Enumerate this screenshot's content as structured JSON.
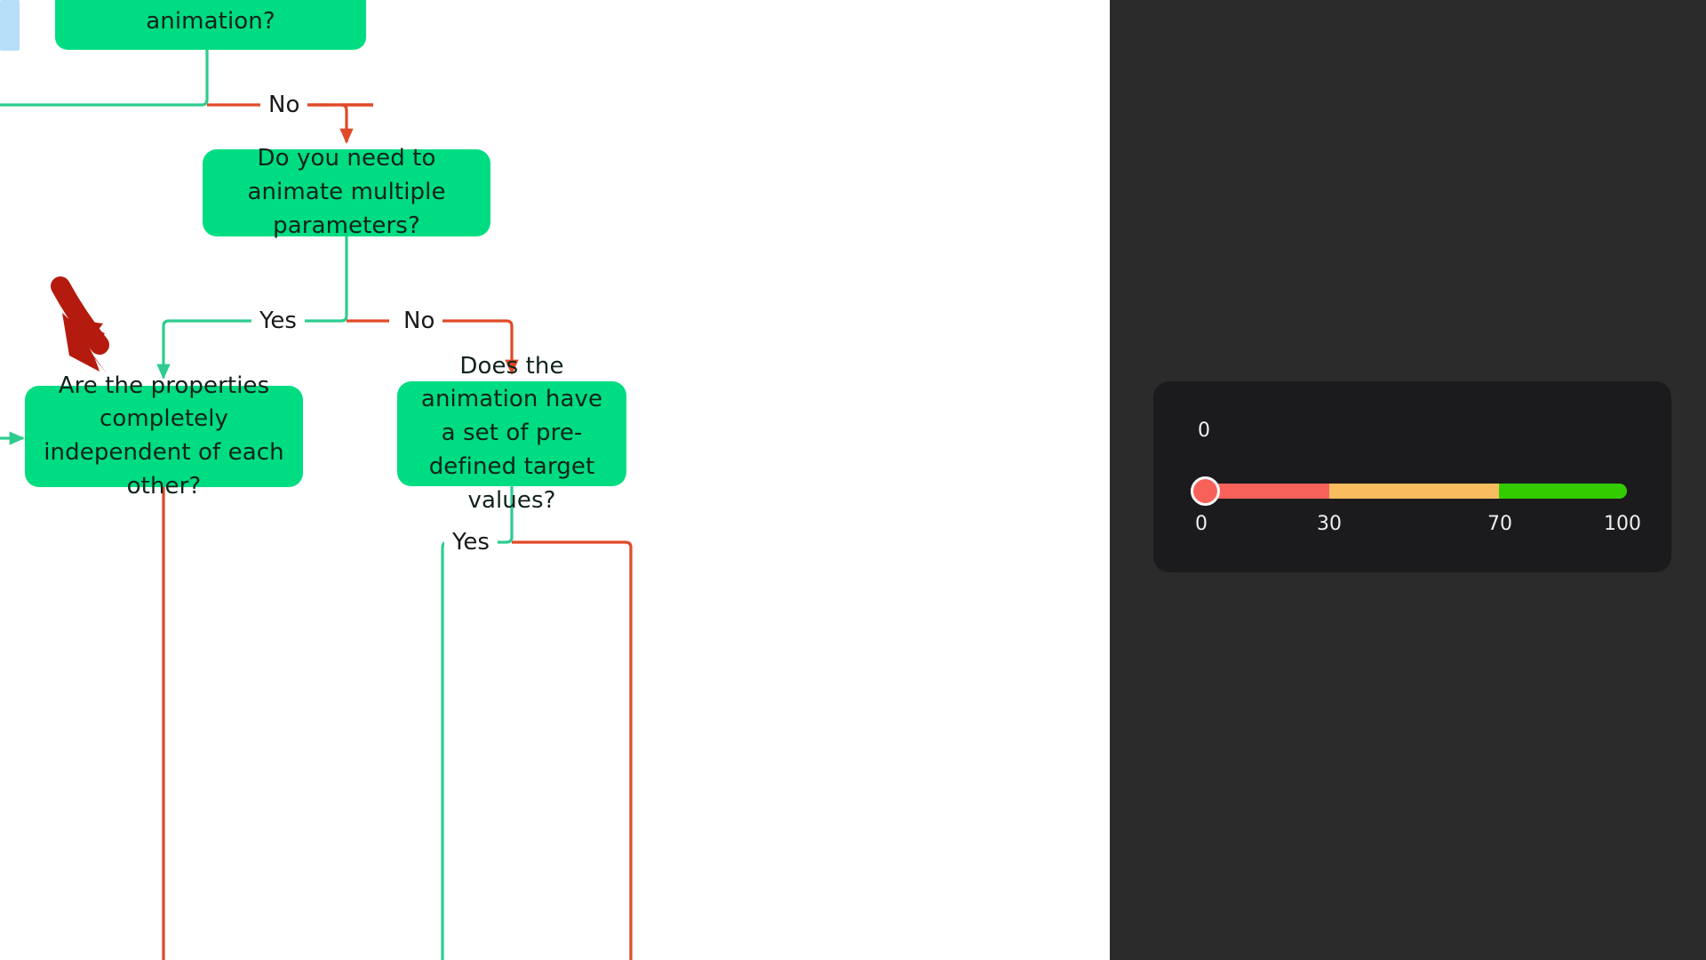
{
  "flowchart": {
    "nodes": [
      {
        "id": "layout-animation",
        "text": "Is this a layout animation?"
      },
      {
        "id": "multiple-parameters",
        "text": "Do you need to animate multiple parameters?"
      },
      {
        "id": "independent-properties",
        "text": "Are the properties completely independent of each other?"
      },
      {
        "id": "predefined-targets",
        "text": "Does the animation have a set of pre-defined target values?"
      }
    ],
    "edge_labels": [
      {
        "id": "layout-no",
        "text": "No"
      },
      {
        "id": "multi-yes",
        "text": "Yes"
      },
      {
        "id": "multi-no",
        "text": "No"
      },
      {
        "id": "predefined-yes",
        "text": "Yes"
      }
    ],
    "colors": {
      "node_fill": "#00DC82",
      "node_text": "#10231b",
      "edge_yes": "#2ECC8F",
      "edge_no": "#E04A28",
      "annotation_arrow": "#B51A0E",
      "highlight_chip": "#B5DFF9",
      "canvas_background": "#FFFFFF"
    },
    "annotation": {
      "id": "red-pointer-arrow",
      "points_to": "independent-properties"
    }
  },
  "panel": {
    "background": "#2B2B2B",
    "slider": {
      "name": "score-slider",
      "current_value": "0",
      "value_label": "0",
      "min": 0,
      "max": 100,
      "thumb_position_percent": 0,
      "ticks": [
        {
          "label": "0",
          "position_percent": 0
        },
        {
          "label": "30",
          "position_percent": 30
        },
        {
          "label": "70",
          "position_percent": 70
        },
        {
          "label": "100",
          "position_percent": 100
        }
      ],
      "segments": [
        {
          "name": "low",
          "from": 0,
          "to": 30,
          "color": "#F8615A"
        },
        {
          "name": "medium",
          "from": 30,
          "to": 70,
          "color": "#F8BD5F"
        },
        {
          "name": "high",
          "from": 70,
          "to": 100,
          "color": "#33CC00"
        }
      ],
      "card_background": "#1B1B1D",
      "thumb_color": "#F8615A",
      "thumb_border_color": "#FFFFFF"
    }
  }
}
